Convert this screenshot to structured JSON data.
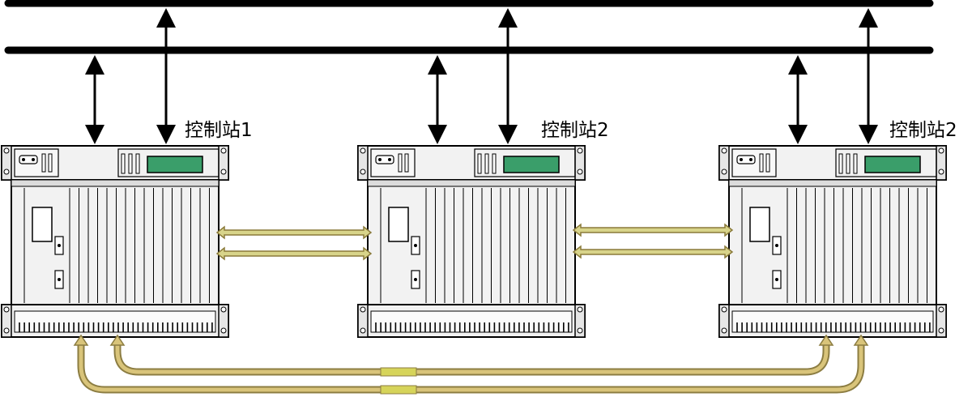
{
  "stations": [
    {
      "id": "s1",
      "label": "控制站1"
    },
    {
      "id": "s2",
      "label": "控制站2"
    },
    {
      "id": "s3",
      "label": "控制站2"
    }
  ],
  "colors": {
    "bus": "#000000",
    "chassis": "#f2f2f2",
    "display": "#3a9e6a",
    "link": "#d8d48a",
    "link_edge": "#8a7a3a",
    "bottom_link": "#d9c47a",
    "bottom_link_edge": "#8c7d42",
    "bottom_link_joint": "#d6d45a"
  }
}
